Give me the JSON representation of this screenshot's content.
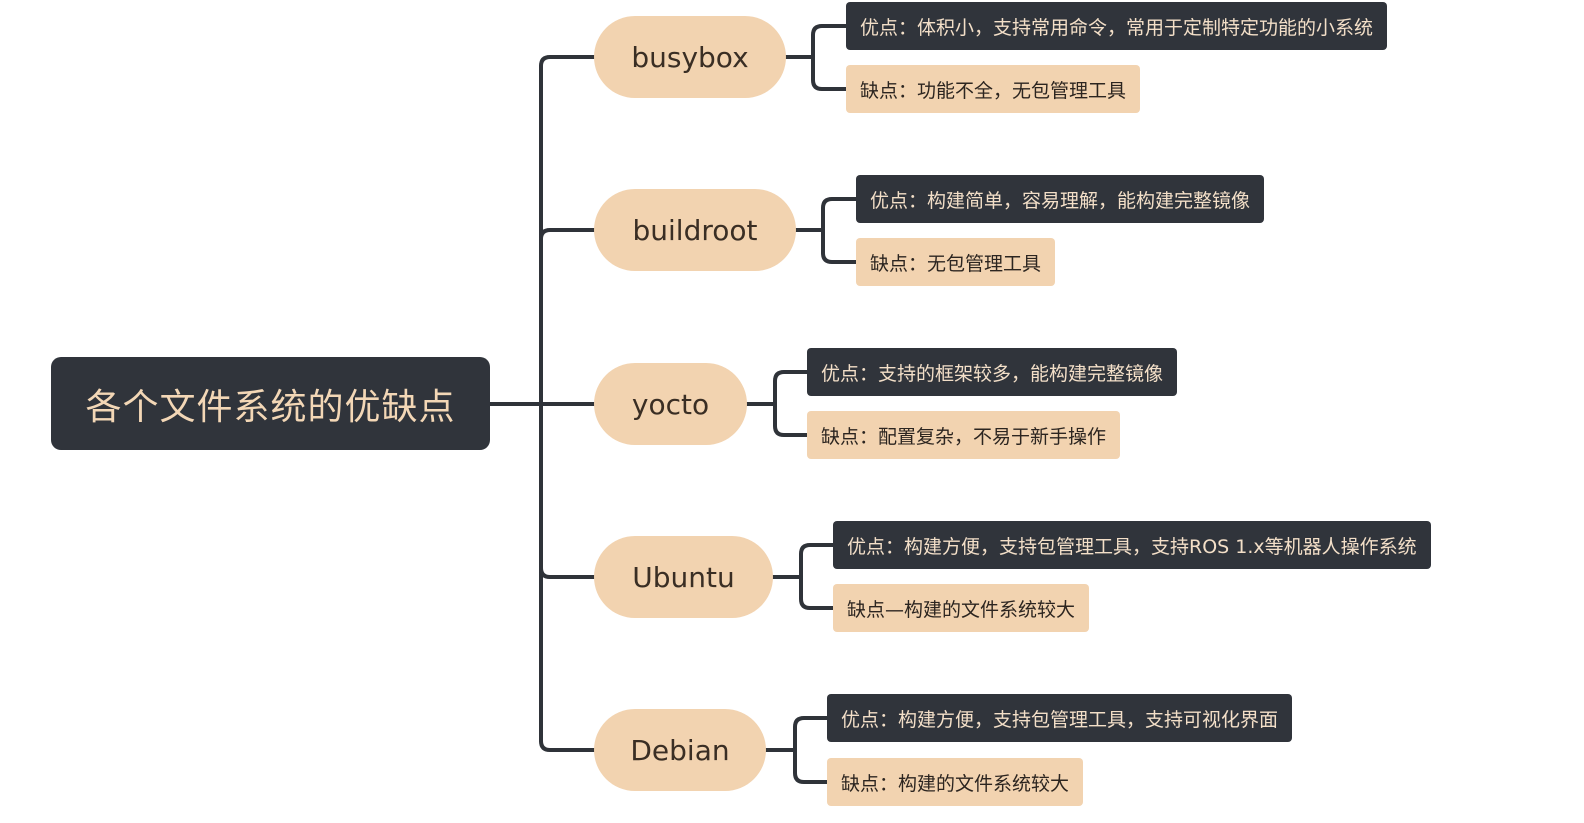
{
  "root": {
    "title": "各个文件系统的优缺点"
  },
  "branches": [
    {
      "name": "busybox",
      "pro": "优点：体积小，支持常用命令，常用于定制特定功能的小系统",
      "con": "缺点：功能不全，无包管理工具"
    },
    {
      "name": "buildroot",
      "pro": "优点：构建简单，容易理解，能构建完整镜像",
      "con": "缺点：无包管理工具"
    },
    {
      "name": "yocto",
      "pro": "优点：支持的框架较多，能构建完整镜像",
      "con": "缺点：配置复杂，不易于新手操作"
    },
    {
      "name": "Ubuntu",
      "pro": "优点：构建方便，支持包管理工具，支持ROS 1.x等机器人操作系统",
      "con": "缺点—构建的文件系统较大"
    },
    {
      "name": "Debian",
      "pro": "优点：构建方便，支持包管理工具，支持可视化界面",
      "con": "缺点：构建的文件系统较大"
    }
  ],
  "colors": {
    "dark": "#30343b",
    "peach": "#f2d3b0",
    "root_text": "#f3d7b6",
    "line": "#2f3339"
  }
}
